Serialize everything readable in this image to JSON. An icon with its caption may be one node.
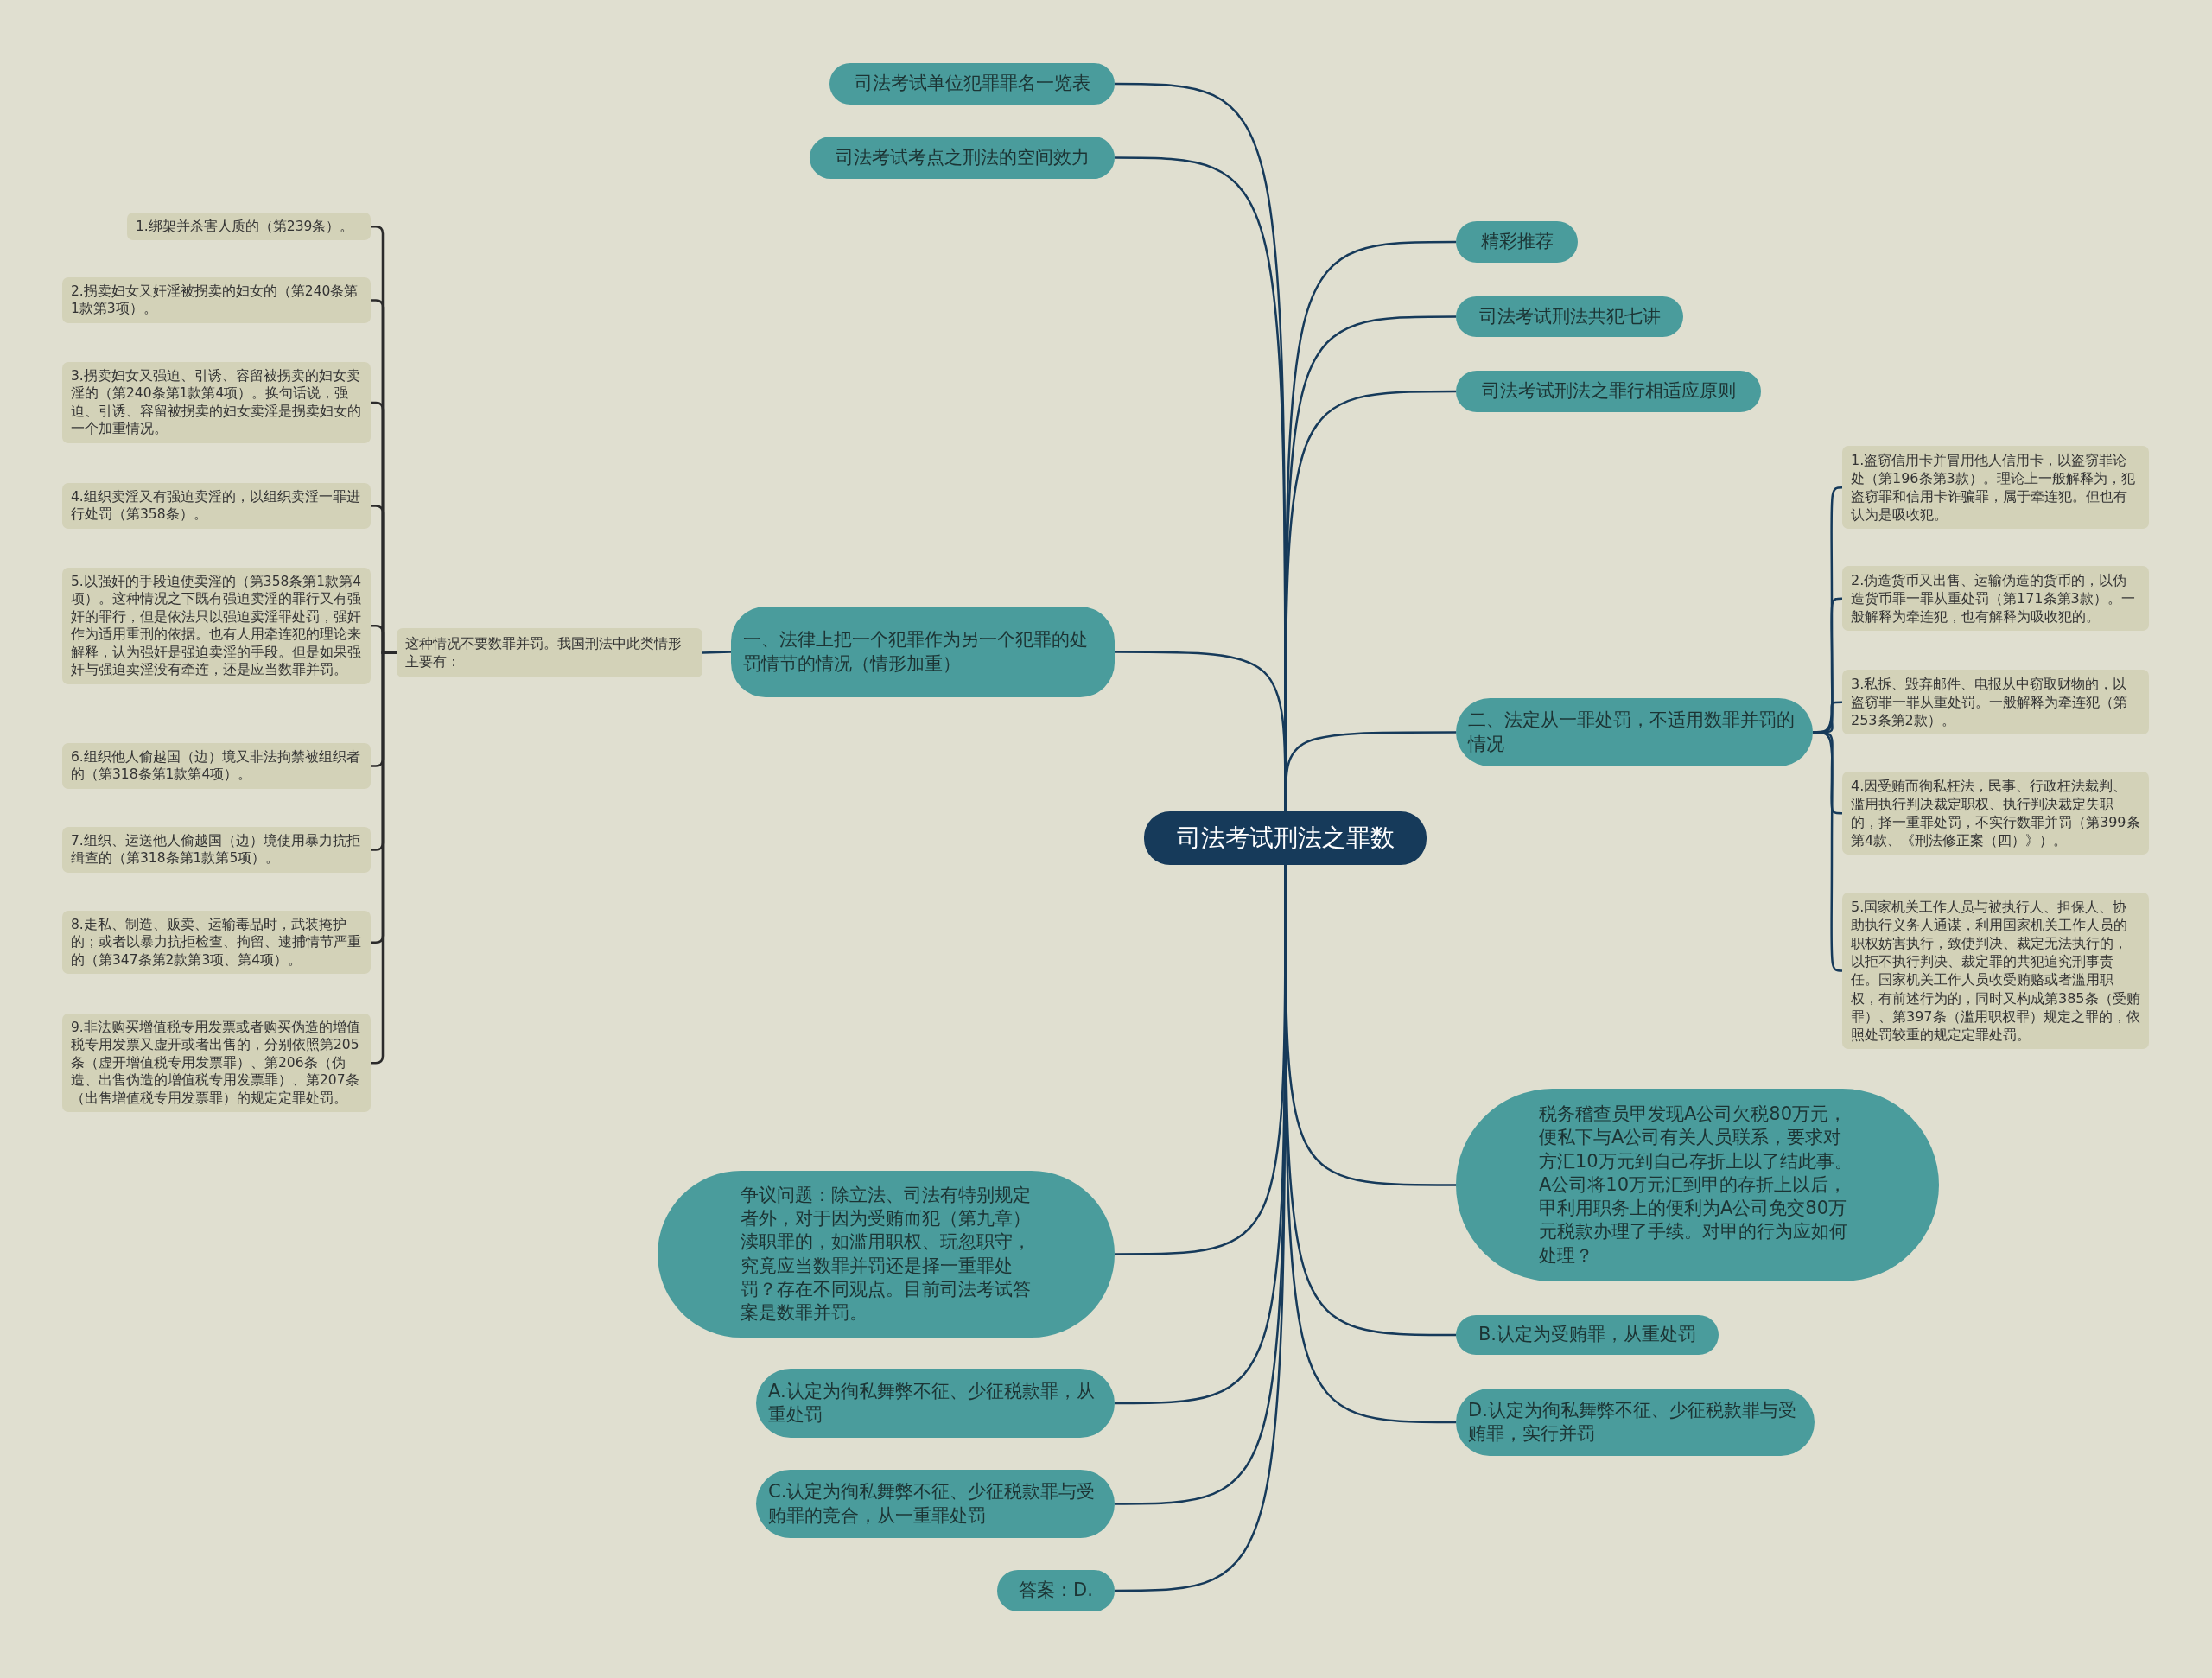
{
  "diagram": {
    "nodes": [
      {
        "text": [
          "司法考试刑法之罪数"
        ]
      },
      {
        "text": [
          "司法考试单位犯罪罪名一览表"
        ]
      },
      {
        "text": [
          "司法考试考点之刑法的空间效力"
        ]
      },
      {
        "text": [
          "精彩推荐"
        ]
      },
      {
        "text": [
          "司法考试刑法共犯七讲"
        ]
      },
      {
        "text": [
          "司法考试刑法之罪行相适应原则"
        ]
      },
      {
        "text": [
          "一、法律上把一个犯罪作为另一个犯罪的处罚情节的情况（情形加重）"
        ]
      },
      {
        "text": [
          "这种情况不要数罪并罚。我国刑法中此类情形主要有："
        ]
      },
      {
        "text": [
          "1.绑架并杀害人质的（第239条）。"
        ]
      },
      {
        "text": [
          "2.拐卖妇女又奸淫被拐卖的妇女的（第240条第1款第3项）。"
        ]
      },
      {
        "text": [
          "3.拐卖妇女又强迫、引诱、容留被拐卖的妇女卖淫的（第240条第1款第4项）。换句话说，强迫、引诱、容留被拐卖的妇女卖淫是拐卖妇女的一个加重情况。"
        ]
      },
      {
        "text": [
          "4.组织卖淫又有强迫卖淫的，以组织卖淫一罪进行处罚（第358条）。"
        ]
      },
      {
        "text": [
          "5.以强奸的手段迫使卖淫的（第358条第1款第4项）。这种情况之下既有强迫卖淫的罪行又有强奸的罪行，但是依法只以强迫卖淫罪处罚，强奸作为适用重刑的依据。也有人用牵连犯的理论来解释，认为强奸是强迫卖淫的手段。但是如果强奸与强迫卖淫没有牵连，还是应当数罪并罚。"
        ]
      },
      {
        "text": [
          "6.组织他人偷越国（边）境又非法拘禁被组织者的（第318条第1款第4项）。"
        ]
      },
      {
        "text": [
          "7.组织、运送他人偷越国（边）境使用暴力抗拒缉查的（第318条第1款第5项）。"
        ]
      },
      {
        "text": [
          "8.走私、制造、贩卖、运输毒品时，武装掩护的；或者以暴力抗拒检查、拘留、逮捕情节严重的（第347条第2款第3项、第4项）。"
        ]
      },
      {
        "text": [
          "9.非法购买增值税专用发票或者购买伪造的增值税专用发票又虚开或者出售的，分别依照第205条（虚开增值税专用发票罪）、第206条（伪造、出售伪造的增值税专用发票罪）、第207条（出售增值税专用发票罪）的规定定罪处罚。"
        ]
      },
      {
        "text": [
          "二、法定从一罪处罚，不适用数罪并罚的情况"
        ]
      },
      {
        "text": [
          "1.盗窃信用卡并冒用他人信用卡，以盗窃罪论处（第196条第3款）。理论上一般解释为，犯盗窃罪和信用卡诈骗罪，属于牵连犯。但也有认为是吸收犯。"
        ]
      },
      {
        "text": [
          "2.伪造货币又出售、运输伪造的货币的，以伪造货币罪一罪从重处罚（第171条第3款）。一般解释为牵连犯，也有解释为吸收犯的。"
        ]
      },
      {
        "text": [
          "3.私拆、毁弃邮件、电报从中窃取财物的，以盗窃罪一罪从重处罚。一般解释为牵连犯（第253条第2款）。"
        ]
      },
      {
        "text": [
          "4.因受贿而徇私枉法，民事、行政枉法裁判、滥用执行判决裁定职权、执行判决裁定失职的，择一重罪处罚，不实行数罪并罚（第399条第4款、《刑法修正案（四）》）。"
        ]
      },
      {
        "text": [
          "5.国家机关工作人员与被执行人、担保人、协助执行义务人通谋，利用国家机关工作人员的职权妨害执行，致使判决、裁定无法执行的，以拒不执行判决、裁定罪的共犯追究刑事责任。国家机关工作人员收受贿赂或者滥用职权，有前述行为的，同时又构成第385条（受贿罪）、第397条（滥用职权罪）规定之罪的，依照处罚较重的规定定罪处罚。"
        ]
      },
      {
        "text": [
          "税务稽查员甲发现A公司欠税80万元，便私下与A公司有关人员联系，要求对方汇10万元到自己存折上以了结此事。A公司将10万元汇到甲的存折上以后，甲利用职务上的便利为A公司免交80万元税款办理了手续。对甲的行为应如何处理？"
        ]
      },
      {
        "text": [
          "争议问题：除立法、司法有特别规定者外，对于因为受贿而犯（第九章）渎职罪的，如滥用职权、玩忽职守，究竟应当数罪并罚还是择一重罪处罚？存在不同观点。目前司法考试答案是数罪并罚。"
        ]
      },
      {
        "text": [
          "B.认定为受贿罪，从重处罚"
        ]
      },
      {
        "text": [
          "A.认定为徇私舞弊不征、少征税款罪，从重处罚"
        ]
      },
      {
        "text": [
          "D.认定为徇私舞弊不征、少征税款罪与受贿罪，实行并罚"
        ]
      },
      {
        "text": [
          "C.认定为徇私舞弊不征、少征税款罪与受贿罪的竞合，从一重罪处罚"
        ]
      },
      {
        "text": [
          "答案：D."
        ]
      }
    ],
    "edges": [
      {
        "from": 0,
        "to": 1,
        "arrow": "none"
      },
      {
        "from": 0,
        "to": 2,
        "arrow": "none"
      },
      {
        "from": 0,
        "to": 3,
        "arrow": "none"
      },
      {
        "from": 0,
        "to": 4,
        "arrow": "none"
      },
      {
        "from": 0,
        "to": 5,
        "arrow": "none"
      },
      {
        "from": 0,
        "to": 6,
        "arrow": "none"
      },
      {
        "from": 6,
        "to": 7,
        "arrow": "none"
      },
      {
        "from": 7,
        "to": 8,
        "arrow": "none",
        "color": "#2b2b2b"
      },
      {
        "from": 7,
        "to": 9,
        "arrow": "none",
        "color": "#2b2b2b"
      },
      {
        "from": 7,
        "to": 10,
        "arrow": "none",
        "color": "#2b2b2b"
      },
      {
        "from": 7,
        "to": 11,
        "arrow": "none",
        "color": "#2b2b2b"
      },
      {
        "from": 7,
        "to": 12,
        "arrow": "none",
        "color": "#2b2b2b"
      },
      {
        "from": 7,
        "to": 13,
        "arrow": "none",
        "color": "#2b2b2b"
      },
      {
        "from": 7,
        "to": 14,
        "arrow": "none",
        "color": "#2b2b2b"
      },
      {
        "from": 7,
        "to": 15,
        "arrow": "none",
        "color": "#2b2b2b"
      },
      {
        "from": 7,
        "to": 16,
        "arrow": "none",
        "color": "#2b2b2b"
      },
      {
        "from": 0,
        "to": 17,
        "arrow": "none"
      },
      {
        "from": 17,
        "to": 18,
        "arrow": "none"
      },
      {
        "from": 17,
        "to": 19,
        "arrow": "none"
      },
      {
        "from": 17,
        "to": 20,
        "arrow": "none"
      },
      {
        "from": 17,
        "to": 21,
        "arrow": "none"
      },
      {
        "from": 17,
        "to": 22,
        "arrow": "none"
      },
      {
        "from": 0,
        "to": 23,
        "arrow": "none"
      },
      {
        "from": 0,
        "to": 24,
        "arrow": "none"
      },
      {
        "from": 0,
        "to": 25,
        "arrow": "none"
      },
      {
        "from": 0,
        "to": 26,
        "arrow": "none"
      },
      {
        "from": 0,
        "to": 27,
        "arrow": "none"
      },
      {
        "from": 0,
        "to": 28,
        "arrow": "none"
      },
      {
        "from": 0,
        "to": 29,
        "arrow": "none"
      }
    ]
  }
}
